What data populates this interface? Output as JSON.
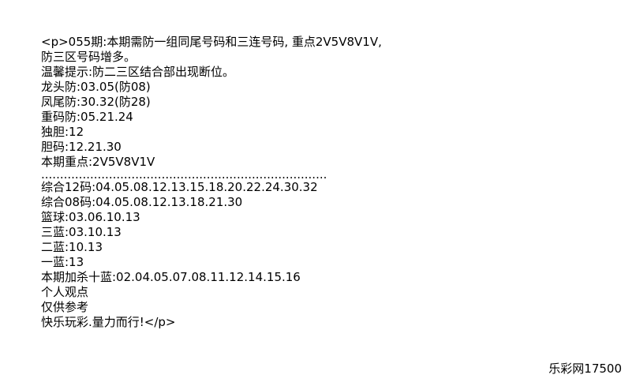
{
  "document": {
    "lines": [
      "<p>055期:本期需防一组同尾号码和三连号码, 重点2V5V8V1V,",
      "防三区号码增多。",
      "温馨提示:防二三区结合部出现断位。",
      "龙头防:03.05(防08)",
      "凤尾防:30.32(防28)",
      "重码防:05.21.24",
      "独胆:12",
      "胆码:12.21.30",
      "本期重点:2V5V8V1V"
    ],
    "separator": "............................................................................",
    "lines2": [
      "综合12码:04.05.08.12.13.15.18.20.22.24.30.32",
      "综合08码:04.05.08.12.13.18.21.30",
      "篮球:03.06.10.13",
      "三蓝:03.10.13",
      "二蓝:10.13",
      "一蓝:13",
      "本期加杀十蓝:02.04.05.07.08.11.12.14.15.16",
      "个人观点",
      "仅供参考",
      "快乐玩彩.量力而行!</p>"
    ]
  },
  "watermark": "乐彩网17500"
}
